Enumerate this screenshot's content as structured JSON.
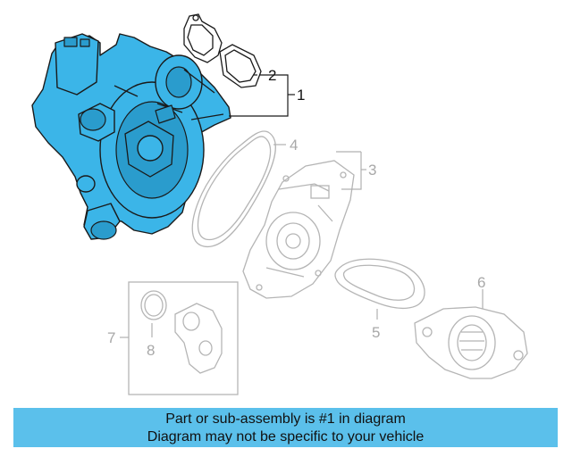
{
  "callouts": {
    "c1": "1",
    "c2": "2",
    "c3": "3",
    "c4": "4",
    "c5": "5",
    "c6": "6",
    "c7": "7",
    "c8": "8"
  },
  "banner": {
    "line1": "Part or sub-assembly is #1 in diagram",
    "line2": "Diagram may not be specific to your vehicle"
  },
  "colors": {
    "highlight": "#3bb5e8",
    "banner": "#5bc0eb"
  }
}
